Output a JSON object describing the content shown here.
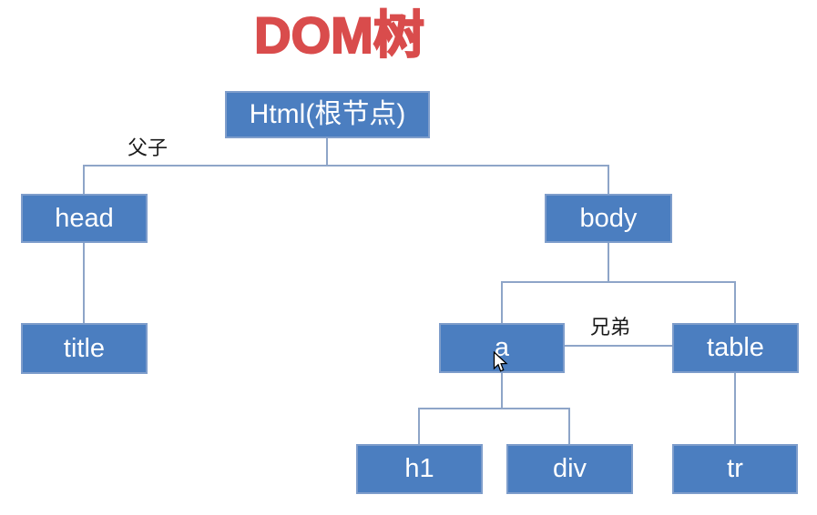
{
  "page": {
    "title": "DOM树"
  },
  "diagram": {
    "nodes": [
      {
        "id": "html-root",
        "label": "Html(根节点)"
      },
      {
        "id": "head",
        "label": "head"
      },
      {
        "id": "body",
        "label": "body"
      },
      {
        "id": "title",
        "label": "title"
      },
      {
        "id": "a",
        "label": "a"
      },
      {
        "id": "table",
        "label": "table"
      },
      {
        "id": "h1",
        "label": "h1"
      },
      {
        "id": "div",
        "label": "div"
      },
      {
        "id": "tr",
        "label": "tr"
      }
    ],
    "edges": [
      {
        "from": "Html(根节点)",
        "to": "head",
        "type": "parent-child"
      },
      {
        "from": "Html(根节点)",
        "to": "body",
        "type": "parent-child"
      },
      {
        "from": "head",
        "to": "title",
        "type": "parent-child"
      },
      {
        "from": "body",
        "to": "a",
        "type": "parent-child"
      },
      {
        "from": "body",
        "to": "table",
        "type": "parent-child"
      },
      {
        "from": "a",
        "to": "h1",
        "type": "parent-child"
      },
      {
        "from": "a",
        "to": "div",
        "type": "parent-child"
      },
      {
        "from": "table",
        "to": "tr",
        "type": "parent-child"
      },
      {
        "from": "a",
        "to": "table",
        "type": "sibling"
      }
    ],
    "edge_labels": {
      "parent_child": "父子",
      "sibling": "兄弟"
    },
    "colors": {
      "node_fill": "#4b7ec0",
      "node_border": "#7e9dcb",
      "node_text": "#ffffff",
      "connector": "#8ea5c8",
      "title_text": "#d94c4c",
      "edge_label_text": "#1a1a1a"
    }
  },
  "cursor": {
    "type": "arrow-pointer",
    "over_node": "a"
  }
}
